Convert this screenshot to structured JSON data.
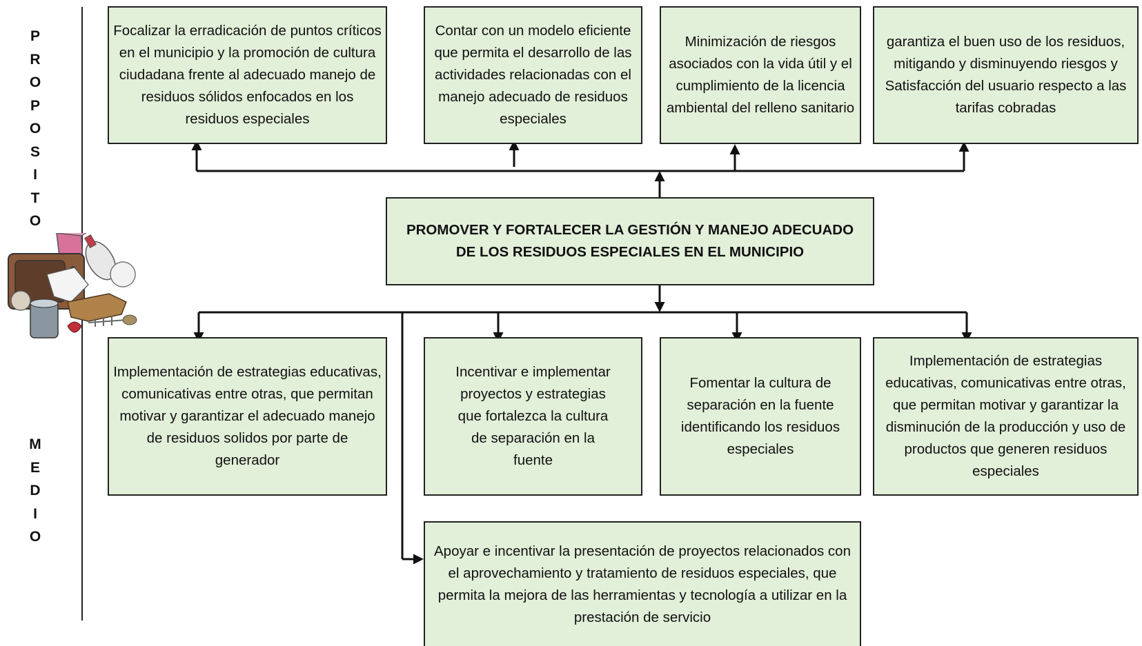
{
  "side_labels": {
    "top": [
      "P",
      "R",
      "O",
      "P",
      "O",
      "S",
      "I",
      "T",
      "O"
    ],
    "bottom": [
      "M",
      "E",
      "D",
      "I",
      "O"
    ]
  },
  "center": {
    "text": "PROMOVER Y FORTALECER LA GESTIÓN Y MANEJO ADECUADO DE LOS RESIDUOS ESPECIALES EN EL MUNICIPIO"
  },
  "purposes": [
    {
      "text": "Focalizar la erradicación de puntos críticos en el municipio y la promoción de cultura ciudadana frente al adecuado manejo de residuos sólidos enfocados en los residuos especiales"
    },
    {
      "text": "Contar con un modelo eficiente que permita el desarrollo de las actividades relacionadas con el manejo adecuado de residuos especiales"
    },
    {
      "text": "Minimización de riesgos asociados con la vida útil y el cumplimiento de la licencia ambiental del relleno sanitario"
    },
    {
      "text": "garantiza el buen uso de los residuos, mitigando y disminuyendo riesgos y Satisfacción del usuario respecto a las tarifas cobradas"
    }
  ],
  "means": [
    {
      "text": "Implementación de estrategias educativas, comunicativas entre otras, que permitan motivar y garantizar el adecuado manejo de residuos solidos por parte de generador"
    },
    {
      "text": "Incentivar e implementar proyectos y estrategias que fortalezca la cultura de separación en la fuente"
    },
    {
      "text": "Fomentar la cultura de separación en la fuente identificando los residuos especiales"
    },
    {
      "text": "Implementación de estrategias educativas, comunicativas entre otras, que permitan motivar y garantizar la disminución de la producción y uso de productos que generen residuos especiales"
    },
    {
      "text": "Apoyar e incentivar la presentación de proyectos relacionados con el aprovechamiento y tratamiento de residuos especiales, que permita la mejora de las herramientas y tecnología a utilizar en la prestación de servicio"
    }
  ],
  "colors": {
    "box_fill": "#e2efd9",
    "line": "#111111"
  }
}
